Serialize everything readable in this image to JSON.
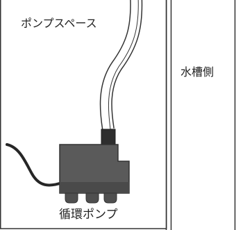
{
  "labels": {
    "pump_space": "ポンプスペース",
    "tank_side": "水槽側",
    "circulation_pump": "循環ポンプ"
  },
  "colors": {
    "background": "#ffffff",
    "outline": "#333333",
    "pump_body": "#5a5a5a",
    "pump_dark": "#3a3a3a",
    "hose_fill": "#ffffff",
    "cable": "#262626",
    "text": "#222222"
  }
}
